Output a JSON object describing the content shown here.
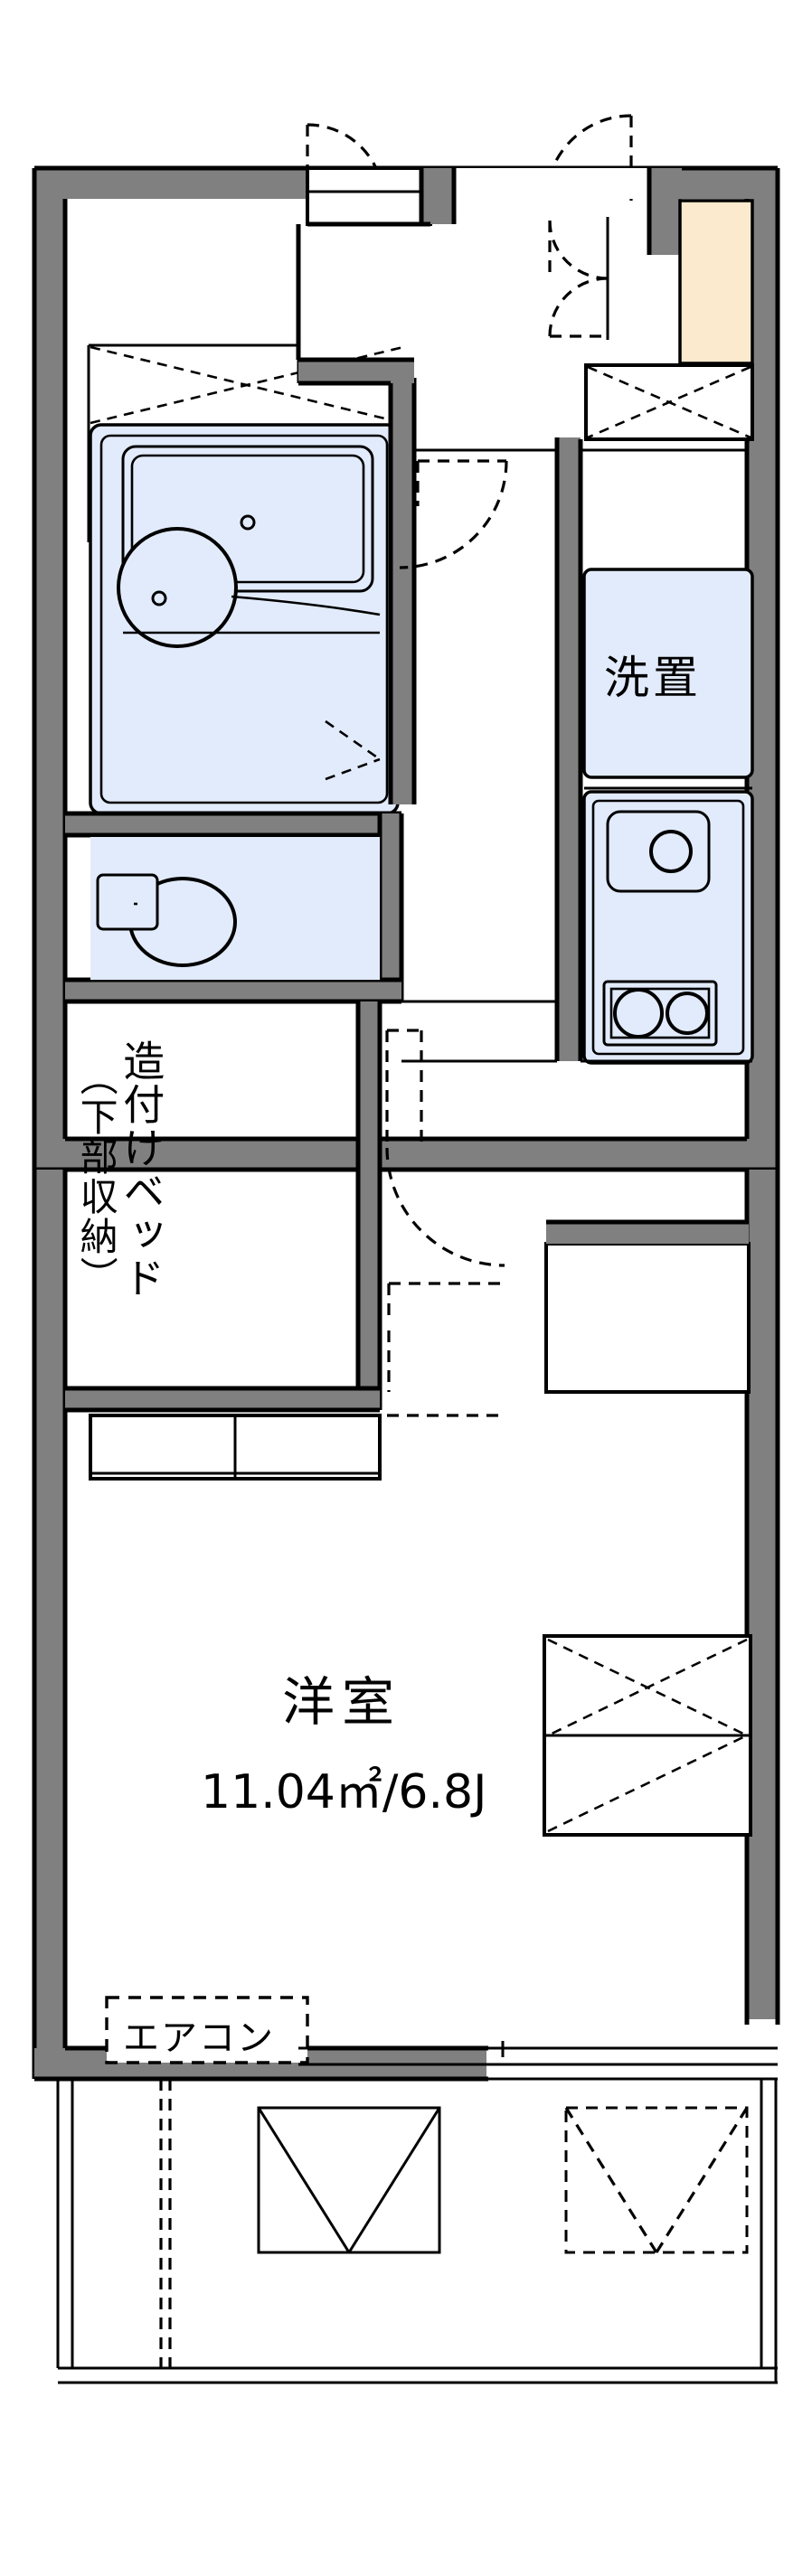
{
  "document": {
    "kind": "floor-plan",
    "unit_type": "1K apartment floor plan",
    "background_color": "#ffffff",
    "wall_color": "#808080",
    "fixture_color": "#e2ebfb",
    "genkan_color": "#fbeacd",
    "line_color": "#000000"
  },
  "rooms": {
    "main_room": {
      "name": "洋室",
      "area_text": "11.04㎡/6.8J",
      "area_sqm": "11.04",
      "area_jo": "6.8"
    },
    "bathroom": {
      "name": "",
      "fixtures": [
        "bathtub",
        "shower-unit",
        "washbasin"
      ]
    },
    "toilet": {
      "name": "",
      "fixtures": [
        "toilet-bowl",
        "toilet-tank"
      ]
    },
    "kitchen": {
      "name": "",
      "fixtures": [
        "sink",
        "two-burner-stove"
      ]
    }
  },
  "labels": {
    "built_in_bed": "造付けベッド",
    "lower_storage": "（下部収納）",
    "washer_place": "洗置",
    "air_conditioner": "エアコン",
    "room_name": "洋室",
    "room_area": "11.04㎡/6.8J"
  },
  "elements": {
    "entrance_door": "entry-door-swing",
    "genkan": "genkan-tile",
    "shoe_box": "shoe-cabinet",
    "balcony": "balcony",
    "balcony_rails": [
      "balcony-railing-left",
      "balcony-railing-right"
    ],
    "closet_upper": "upper-closet",
    "sliding_window": "sliding-window",
    "bath_door": "bath-door",
    "toilet_door": "toilet-door",
    "kitchen_door": "kitchen-entry-door"
  },
  "legend": {
    "dashed_meaning": "door swing / overhead storage outline",
    "solid_gray_meaning": "structural wall"
  }
}
